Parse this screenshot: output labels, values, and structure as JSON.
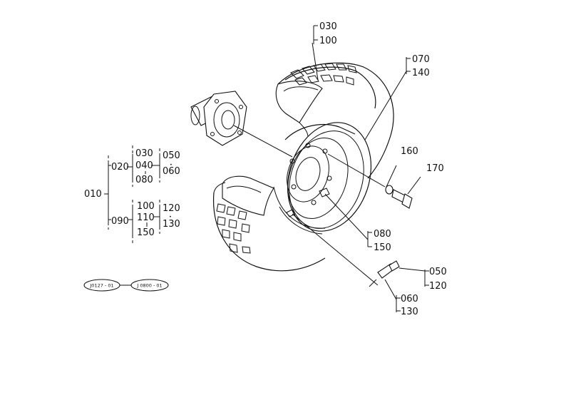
{
  "tree": {
    "root": "010",
    "g1": "020",
    "g1_items": [
      "030",
      "040",
      "080"
    ],
    "g1_sub": [
      "050",
      "060"
    ],
    "g2": "090",
    "g2_items": [
      "100",
      "110",
      "150"
    ],
    "g2_sub": [
      "120",
      "130"
    ]
  },
  "callouts": {
    "c030": "030",
    "c100": "100",
    "c070": "070",
    "c140": "140",
    "c160": "160",
    "c170": "170",
    "c080": "080",
    "c150": "150",
    "c050": "050",
    "c120": "120",
    "c060": "060",
    "c130": "130"
  },
  "refs": {
    "left": "J0127 - 01",
    "right": "J 0800 - 01"
  }
}
